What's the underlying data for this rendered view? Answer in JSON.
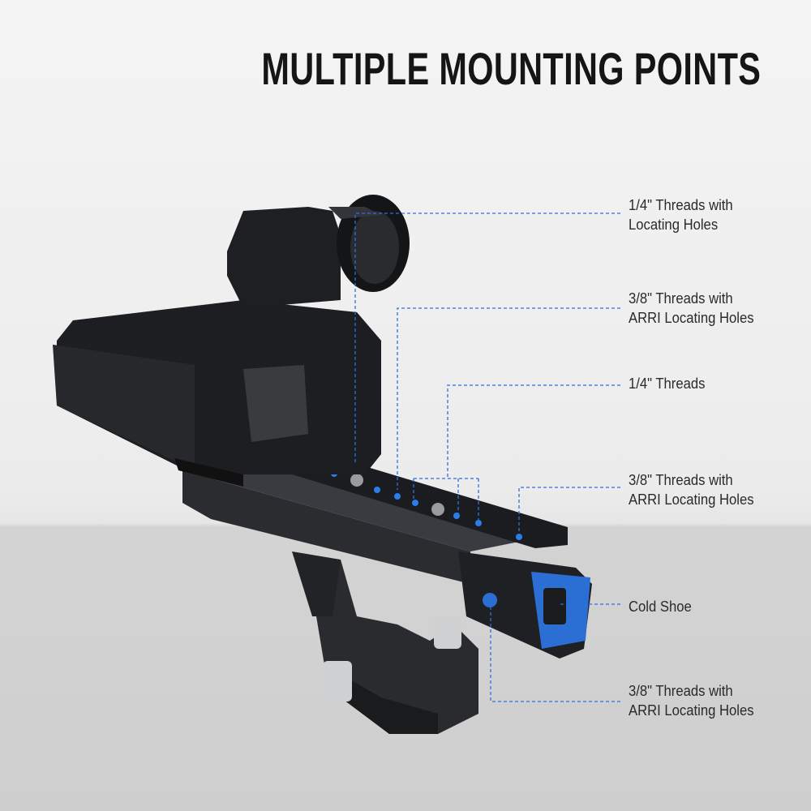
{
  "title": "MULTIPLE MOUNTING POINTS",
  "callouts": [
    {
      "line1": "1/4\" Threads with",
      "line2": "Locating Holes"
    },
    {
      "line1": "3/8\" Threads with",
      "line2": "ARRI Locating Holes"
    },
    {
      "line1": "1/4\" Threads",
      "line2": ""
    },
    {
      "line1": "3/8\" Threads with",
      "line2": "ARRI Locating Holes"
    },
    {
      "line1": "Cold Shoe",
      "line2": ""
    },
    {
      "line1": "3/8\" Threads with",
      "line2": "ARRI Locating Holes"
    }
  ],
  "colors": {
    "accent": "#1f6fe0",
    "product": "#1c1d20",
    "text": "#2a2a2a"
  }
}
